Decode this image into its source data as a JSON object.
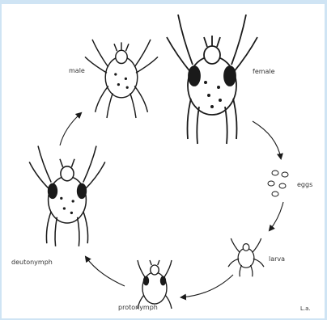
{
  "labels": {
    "male": "male",
    "female": "female",
    "eggs": "eggs",
    "larva": "larva",
    "protonymph": "protonymph",
    "deutonymph": "deutonymph",
    "signature": "L.a."
  },
  "colors": {
    "ink": "#1a1a1a",
    "frame": "#cfe4f4",
    "background": "#ffffff"
  }
}
